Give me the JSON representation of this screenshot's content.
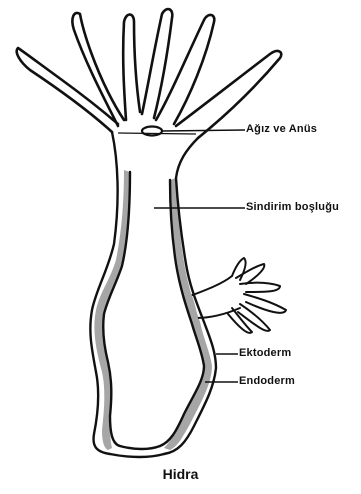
{
  "diagram": {
    "caption": "Hidra",
    "labels": {
      "mouth_anus": "Ağız ve Anüs",
      "digestive_cavity": "Sindirim boşluğu",
      "ectoderm": "Ektoderm",
      "endoderm": "Endoderm"
    },
    "colors": {
      "outline": "#111111",
      "endoderm_fill": "#a6a6a6",
      "background": "#ffffff"
    }
  }
}
